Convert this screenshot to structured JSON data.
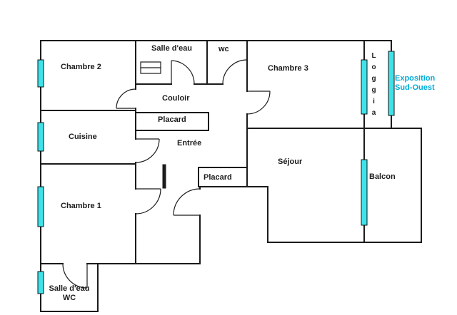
{
  "plan": {
    "rooms": {
      "chambre2": "Chambre 2",
      "salle_eau_haut": "Salle d'eau",
      "wc": "wc",
      "chambre3": "Chambre 3",
      "loggia": "Loggia",
      "couloir": "Couloir",
      "placard_haut": "Placard",
      "cuisine": "Cuisine",
      "entree": "Entrée",
      "sejour": "Séjour",
      "balcon": "Balcon",
      "chambre1": "Chambre 1",
      "placard_milieu": "Placard",
      "salle_eau_bas": "Salle d'eau\nWC"
    },
    "annotations": {
      "exposition": "Exposition\nSud-Ouest"
    },
    "colors": {
      "wall": "#1b1b1b",
      "window": "#40E2EA",
      "exposition_text": "#00ACD8"
    }
  }
}
